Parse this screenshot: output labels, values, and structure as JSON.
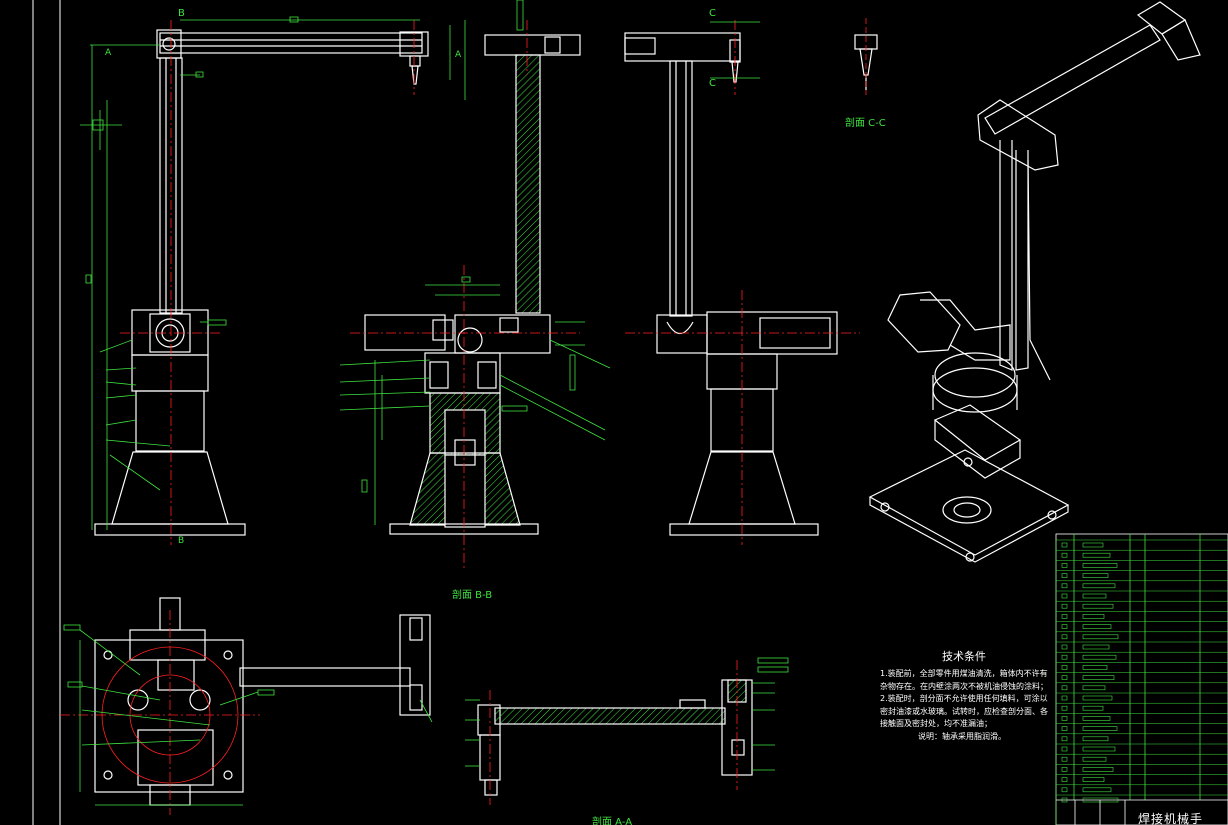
{
  "views": {
    "section_bb": "剖面 B-B",
    "section_aa": "剖面 A-A",
    "section_cc": "剖面 C-C"
  },
  "markers": {
    "b_top": "B",
    "b_bottom": "B",
    "a_left": "A",
    "a_right": "A",
    "c_top": "C",
    "c_bottom": "C"
  },
  "notes": {
    "title": "技术条件",
    "items": [
      "1.装配前，全部零件用煤油清洗，箱体内不许有杂物存在。在内壁涂两次不被机油侵蚀的涂料；",
      "2.装配时，剖分面不允许使用任何填料，可涂以密封油漆或水玻璃。试转时，应检查剖分面、各接触面及密封处，均不准漏油；",
      "说明：轴承采用脂润滑。"
    ]
  },
  "title_block": {
    "name": "焊接机械手"
  },
  "colors": {
    "background": "#000000",
    "outline": "#ffffff",
    "dimension": "#3fe33f",
    "centerline": "#ff2020",
    "hatch": "#3fe33f",
    "titleblock_line": "#3fe33f"
  }
}
